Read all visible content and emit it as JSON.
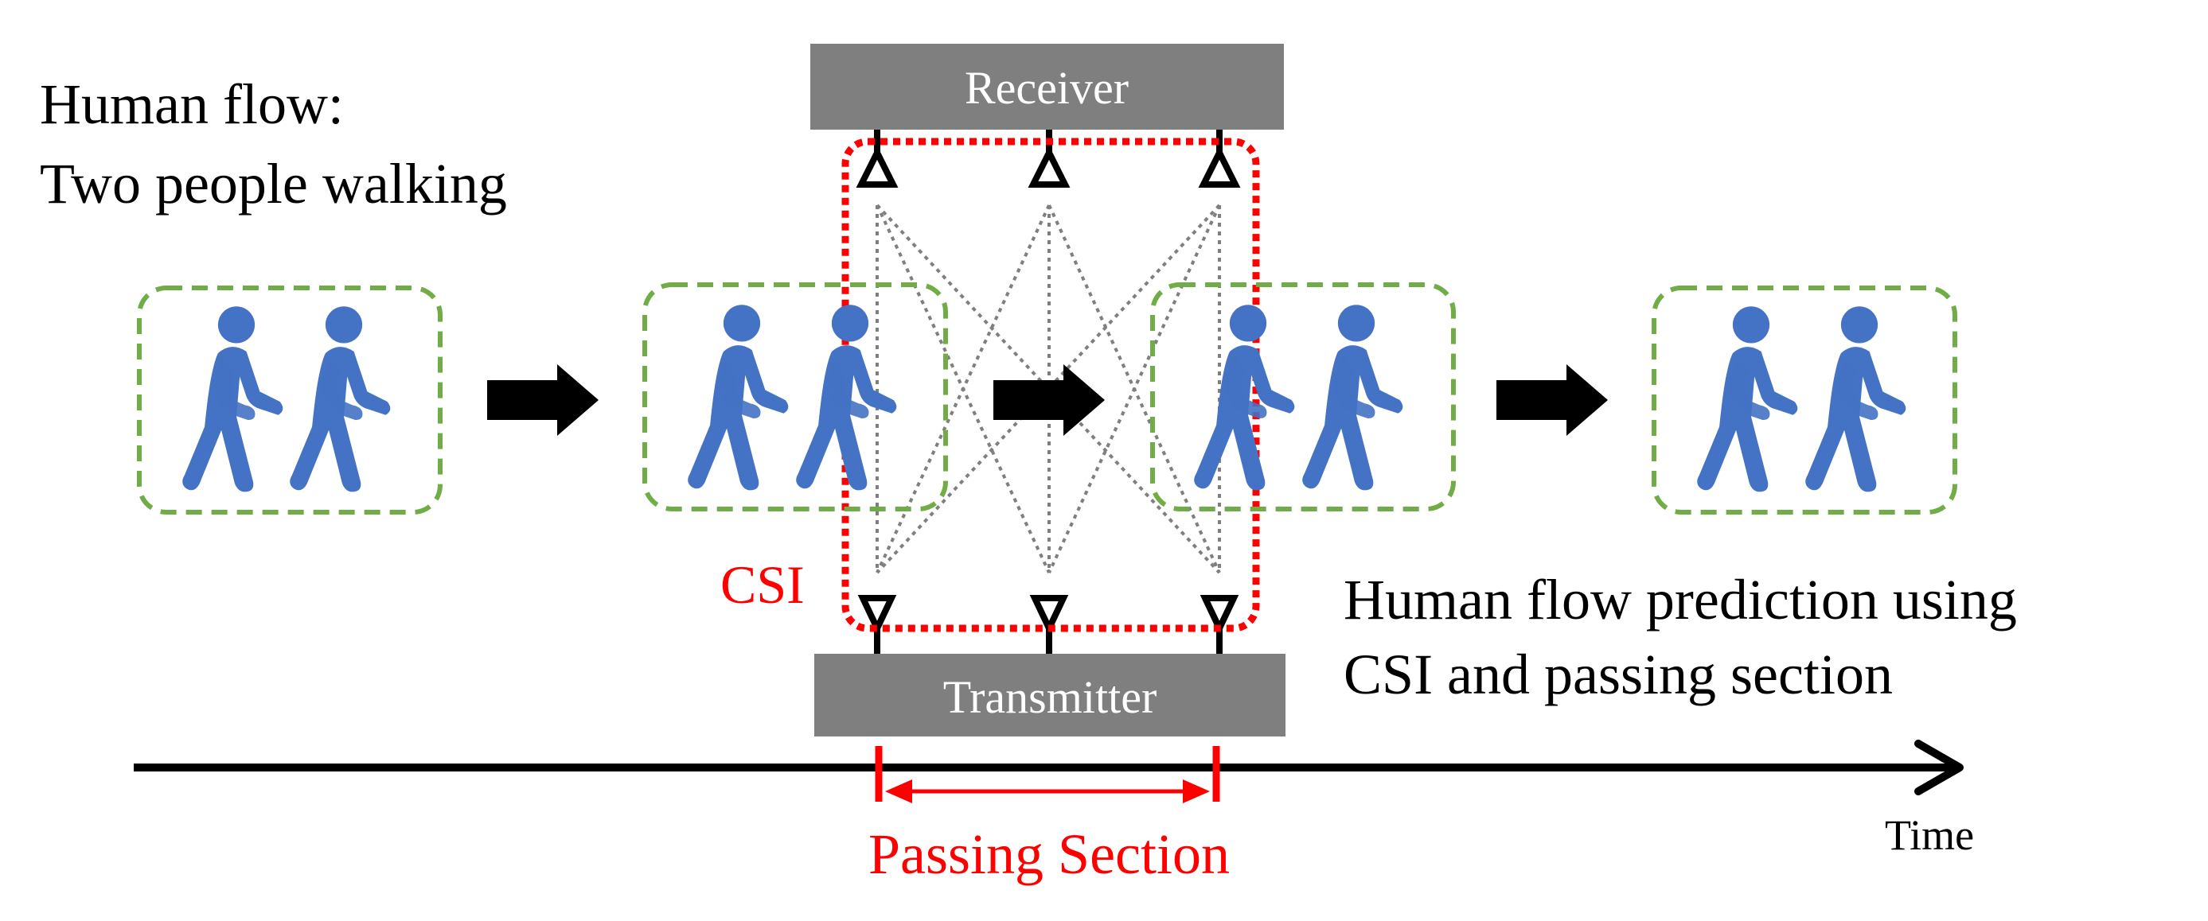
{
  "texts": {
    "flow_title_line1": "Human flow:",
    "flow_title_line2": "Two people walking",
    "receiver": "Receiver",
    "transmitter": "Transmitter",
    "csi": "CSI",
    "prediction_line1": "Human flow prediction using",
    "prediction_line2": "CSI and passing section",
    "time": "Time",
    "passing_section": "Passing Section"
  },
  "colors": {
    "person": "#4472c4",
    "group_border": "#70ad47",
    "csi_region": "#ff0000",
    "device_box": "#7f7f7f",
    "device_text": "#ffffff",
    "arrow": "#000000",
    "link_lines": "#7f7f7f",
    "text": "#000000"
  },
  "icons": {
    "person": "walking-person-icon",
    "antenna": "antenna-triangle-icon",
    "arrow": "right-arrow-icon"
  }
}
